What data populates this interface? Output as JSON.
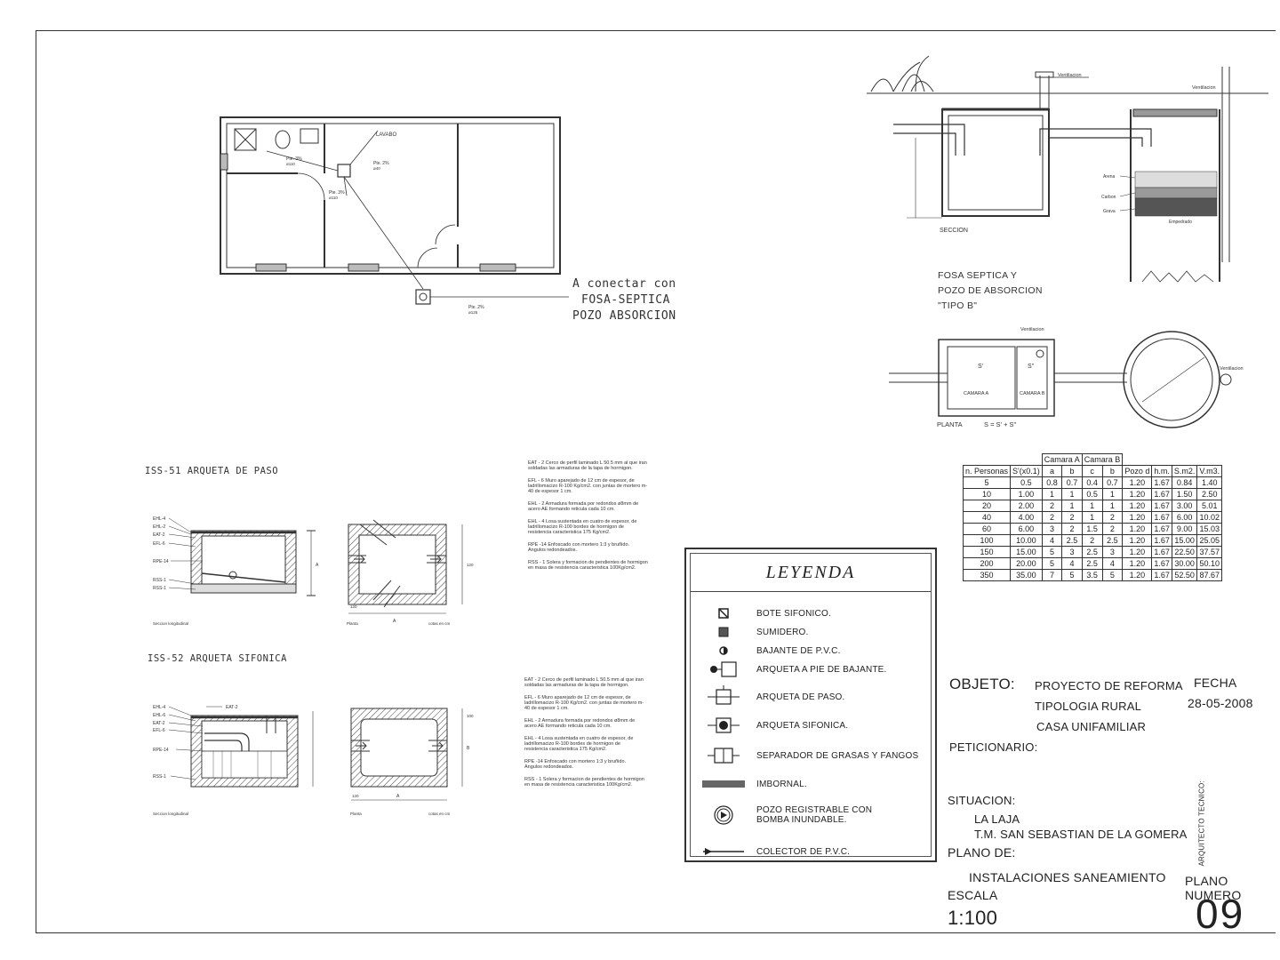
{
  "floor_plan": {
    "room_labels": [
      "LAVABO",
      "Pte. 3%",
      "Pte. 2%",
      "Pte. 3%",
      "Pte. 2%"
    ],
    "room_sublabels": [
      "ø110",
      "ø40",
      "ø110",
      "ø125"
    ],
    "connect_note": [
      "A conectar con",
      "FOSA-SEPTICA",
      "POZO ABSORCION"
    ]
  },
  "septic": {
    "ventilation_label": "Ventilacion",
    "section_label": "SECCION",
    "layers": [
      "Arena",
      "Carbon",
      "Grava",
      "Empedrado"
    ],
    "title": [
      "FOSA SEPTICA Y",
      "POZO DE ABSORCION",
      "\"TIPO B\""
    ],
    "plan_label": "PLANTA",
    "formula": "S = S' + S''",
    "camara_a": "CAMARA A",
    "camara_b": "CAMARA B",
    "s1": "S'",
    "s2": "S''"
  },
  "table": {
    "group_headers": [
      "Camara A",
      "Camara B"
    ],
    "headers": [
      "n. Personas",
      "S'(x0.1)",
      "a",
      "b",
      "c",
      "b",
      "Pozo d",
      "h.m.",
      "S.m2.",
      "V.m3."
    ],
    "rows": [
      [
        "5",
        "0.5",
        "0.8",
        "0.7",
        "0.4",
        "0.7",
        "1.20",
        "1.67",
        "0.84",
        "1.40"
      ],
      [
        "10",
        "1.00",
        "1",
        "1",
        "0.5",
        "1",
        "1.20",
        "1.67",
        "1.50",
        "2.50"
      ],
      [
        "20",
        "2.00",
        "2",
        "1",
        "1",
        "1",
        "1.20",
        "1.67",
        "3.00",
        "5.01"
      ],
      [
        "40",
        "4.00",
        "2",
        "2",
        "1",
        "2",
        "1.20",
        "1.67",
        "6.00",
        "10.02"
      ],
      [
        "60",
        "6.00",
        "3",
        "2",
        "1.5",
        "2",
        "1.20",
        "1.67",
        "9.00",
        "15.03"
      ],
      [
        "100",
        "10.00",
        "4",
        "2.5",
        "2",
        "2.5",
        "1.20",
        "1.67",
        "15.00",
        "25.05"
      ],
      [
        "150",
        "15.00",
        "5",
        "3",
        "2.5",
        "3",
        "1.20",
        "1.67",
        "22.50",
        "37.57"
      ],
      [
        "200",
        "20.00",
        "5",
        "4",
        "2.5",
        "4",
        "1.20",
        "1.67",
        "30.00",
        "50.10"
      ],
      [
        "350",
        "35.00",
        "7",
        "5",
        "3.5",
        "5",
        "1.20",
        "1.67",
        "52.50",
        "87.67"
      ]
    ]
  },
  "details": {
    "iss51_title": "ISS-51 ARQUETA DE PASO",
    "iss52_title": "ISS-52 ARQUETA SIFONICA",
    "layer_labels_51": [
      "EHL-4",
      "EHL-2",
      "EAT-2",
      "EFL-6",
      "RPE-14",
      "RSS-1",
      "RSS-1"
    ],
    "layer_labels_52": [
      "EHL-4",
      "EHL-6",
      "EAT-2",
      "EFL-6",
      "RPE-14",
      "RSS-1"
    ],
    "caption_section": "Seccion longitudinal",
    "caption_plan": "Planta",
    "caption_units": "cotas en cm",
    "dim_a": "A",
    "dim_b": "B",
    "dim_120": "120",
    "dim_100": "100"
  },
  "notes_51": [
    "EAT - 2  Cerco de perfil laminado L 50.5 mm al que iran soldadas las armaduras de la tapa de hormigon.",
    "EFL - 6  Muro aparejado de 12 cm de espesor, de ladrillomacizo R-100 Kg/cm2. con juntas de mortero m-40 de espesor 1 cm.",
    "EHL - 2  Armadura formada por redondos ø8mm de acero AE formando reticula cada 10 cm.",
    "EHL - 4  Losa sustentada en cuatro de espesor, de ladrillomacizo R-100 bordes de hormigon de resistencia caracteristica 175 Kg/cm2.",
    "RPE -14  Enfoscado con mortero 1:3 y bruñido. Angulos redondeados.",
    "RSS - 1  Solera y formacion de pendientes de hormigon en masa de resistencia caracteristica 100Kg/cm2."
  ],
  "notes_52": [
    "EAT - 2  Cerco de perfil laminado L 50.5 mm al que iran soldadas las armaduras de la tapa de hormigon.",
    "EFL - 6  Muro aparejado de 12 cm de espesor, de ladrillomacizo R-100 Kg/cm2. con juntas de mortero m-40 de espesor 1 cm.",
    "EHL - 2  Armadura formada por redondos ø8mm de acero AE formando reticula cada 10 cm.",
    "EHL - 4  Losa sustentada en cuatro de espesor, de ladrillomacizo R-100 bordes de hormigon de resistencia caracteristica 175 Kg/cm2.",
    "RPE -14  Enfoscado con mortero 1:3 y bruñido. Angulos redondeados.",
    "RSS - 1  Solera y formacion de pendientes de hormigon en masa de resistencia caracteristica 100Kg/cm2."
  ],
  "legend": {
    "title": "LEYENDA",
    "items": [
      {
        "icon": "bote-sifonico-icon",
        "label": "BOTE SIFONICO."
      },
      {
        "icon": "sumidero-icon",
        "label": "SUMIDERO."
      },
      {
        "icon": "bajante-icon",
        "label": "BAJANTE DE P.V.C."
      },
      {
        "icon": "arqueta-pie-icon",
        "label": "ARQUETA A PIE DE BAJANTE."
      },
      {
        "icon": "arqueta-paso-icon",
        "label": "ARQUETA DE PASO."
      },
      {
        "icon": "arqueta-sifonica-icon",
        "label": "ARQUETA SIFONICA."
      },
      {
        "icon": "separador-icon",
        "label": "SEPARADOR DE GRASAS Y FANGOS"
      },
      {
        "icon": "imbornal-icon",
        "label": "IMBORNAL."
      },
      {
        "icon": "pozo-bomba-icon",
        "label": "POZO REGISTRABLE CON BOMBA INUNDABLE."
      },
      {
        "icon": "colector-icon",
        "label": "COLECTOR DE P.V.C."
      }
    ]
  },
  "title_block": {
    "objeto_label": "OBJETO:",
    "objeto_lines": [
      "PROYECTO DE REFORMA",
      "TIPOLOGIA RURAL",
      "CASA UNIFAMILIAR"
    ],
    "fecha_label": "FECHA",
    "fecha_value": "28-05-2008",
    "peticionario_label": "PETICIONARIO:",
    "situacion_label": "SITUACION:",
    "situacion_lines": [
      "LA LAJA",
      "T.M. SAN SEBASTIAN DE LA GOMERA"
    ],
    "plano_de_label": "PLANO DE:",
    "plano_de_value": "INSTALACIONES SANEAMIENTO",
    "escala_label": "ESCALA",
    "escala_value": "1:100",
    "arquitecto_label": "ARQUITECTO TECNICO:",
    "plano_numero_label": "PLANO NUMERO",
    "plano_numero_value": "09"
  }
}
